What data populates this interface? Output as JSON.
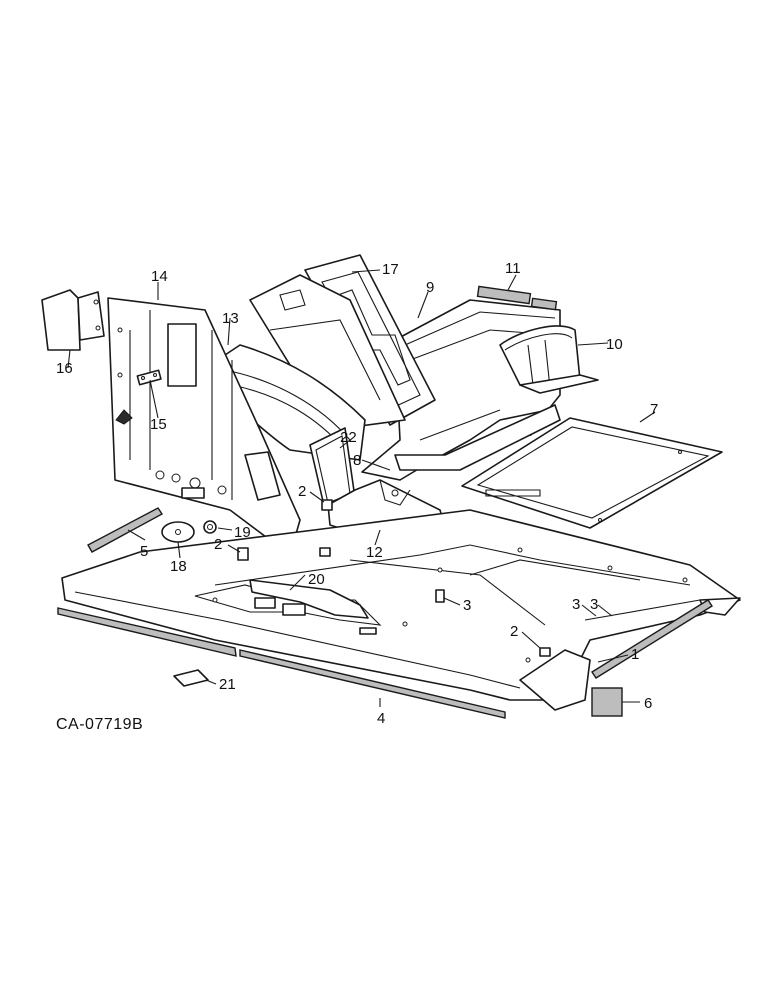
{
  "drawing_id": "CA-07719B",
  "callouts": {
    "c1": "1",
    "c2a": "2",
    "c2b": "2",
    "c2c": "2",
    "c3a": "3",
    "c3b": "3",
    "c3c": "3",
    "c4": "4",
    "c5": "5",
    "c6": "6",
    "c7": "7",
    "c8": "8",
    "c9": "9",
    "c10": "10",
    "c11": "11",
    "c12": "12",
    "c13": "13",
    "c14": "14",
    "c15": "15",
    "c16": "16",
    "c17": "17",
    "c18": "18",
    "c19": "19",
    "c20": "20",
    "c21": "21",
    "c22": "22"
  }
}
